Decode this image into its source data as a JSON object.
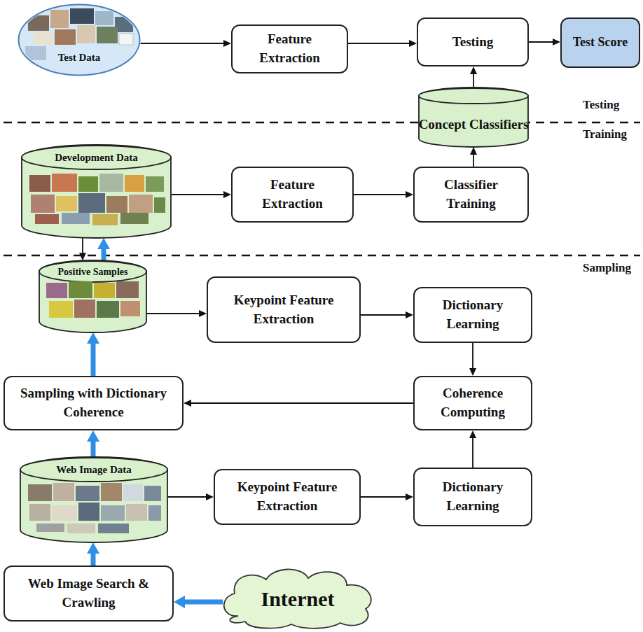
{
  "diagram": {
    "nodes": [
      {
        "text": [
          "Test Data"
        ]
      },
      {
        "text": [
          "Feature Extraction"
        ]
      },
      {
        "text": [
          "Testing"
        ]
      },
      {
        "text": [
          "Test Score"
        ]
      },
      {
        "text": [
          "Concept Classifiers"
        ]
      },
      {
        "text": [
          "Development Data"
        ]
      },
      {
        "text": [
          "Feature Extraction"
        ]
      },
      {
        "text": [
          "Classifier Training"
        ]
      },
      {
        "text": [
          "Positive Samples"
        ]
      },
      {
        "text": [
          "Keypoint Feature Extraction"
        ]
      },
      {
        "text": [
          "Dictionary Learning"
        ]
      },
      {
        "text": [
          "Sampling with Dictionary Coherence"
        ]
      },
      {
        "text": [
          "Coherence Computing"
        ]
      },
      {
        "text": [
          "Web Image Data"
        ]
      },
      {
        "text": [
          "Keypoint Feature Extraction"
        ]
      },
      {
        "text": [
          "Dictionary Learning"
        ]
      },
      {
        "text": [
          "Web Image Search & Crawling"
        ]
      },
      {
        "text": [
          "Internet"
        ]
      }
    ],
    "edges": [
      {
        "from": 0,
        "to": 1,
        "arrow": "to"
      },
      {
        "from": 1,
        "to": 2,
        "arrow": "to"
      },
      {
        "from": 2,
        "to": 3,
        "arrow": "to"
      },
      {
        "from": 4,
        "to": 2,
        "arrow": "to"
      },
      {
        "from": 5,
        "to": 6,
        "arrow": "to"
      },
      {
        "from": 6,
        "to": 7,
        "arrow": "to"
      },
      {
        "from": 7,
        "to": 4,
        "arrow": "to"
      },
      {
        "from": 5,
        "to": 8,
        "arrow": "to"
      },
      {
        "from": 8,
        "to": 5,
        "arrow": "to"
      },
      {
        "from": 8,
        "to": 9,
        "arrow": "to"
      },
      {
        "from": 9,
        "to": 10,
        "arrow": "to"
      },
      {
        "from": 10,
        "to": 12,
        "arrow": "to"
      },
      {
        "from": 12,
        "to": 11,
        "arrow": "to"
      },
      {
        "from": 11,
        "to": 8,
        "arrow": "to"
      },
      {
        "from": 13,
        "to": 11,
        "arrow": "to"
      },
      {
        "from": 13,
        "to": 14,
        "arrow": "to"
      },
      {
        "from": 14,
        "to": 15,
        "arrow": "to"
      },
      {
        "from": 15,
        "to": 12,
        "arrow": "to"
      },
      {
        "from": 16,
        "to": 13,
        "arrow": "to"
      },
      {
        "from": 17,
        "to": 16,
        "arrow": "to"
      }
    ],
    "labels": [
      "Testing",
      "Training",
      "Sampling"
    ]
  }
}
